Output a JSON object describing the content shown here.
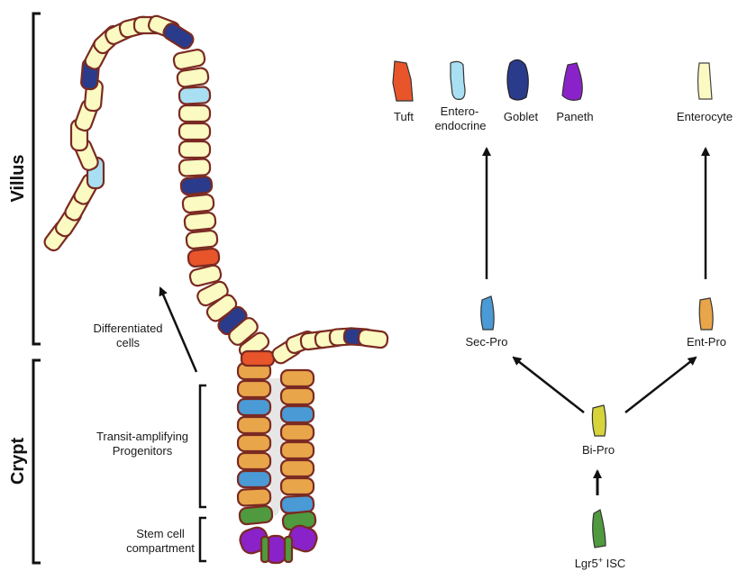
{
  "side_labels": {
    "villus": "Villus",
    "crypt": "Crypt"
  },
  "annotations": {
    "differentiated_line1": "Differentiated",
    "differentiated_line2": "cells",
    "ta_line1": "Transit-amplifying",
    "ta_line2": "Progenitors",
    "stem_line1": "Stem cell",
    "stem_line2": "compartment"
  },
  "lineage": {
    "terminal": {
      "tuft": {
        "label": "Tuft",
        "color": "#e8552a"
      },
      "enteroendocrine": {
        "label_line1": "Entero-",
        "label_line2": "endocrine",
        "color": "#a9dff2"
      },
      "goblet": {
        "label": "Goblet",
        "color": "#2a3b8c"
      },
      "paneth": {
        "label": "Paneth",
        "color": "#8a22c9"
      },
      "enterocyte": {
        "label": "Enterocyte",
        "color": "#fafac2"
      }
    },
    "sec_pro": {
      "label": "Sec-Pro",
      "color": "#4a9ad6"
    },
    "ent_pro": {
      "label": "Ent-Pro",
      "color": "#e9a54a"
    },
    "bi_pro": {
      "label": "Bi-Pro",
      "color": "#d6d43a"
    },
    "isc": {
      "label_main": "Lgr5",
      "label_sup": "+",
      "label_tail": " ISC",
      "color": "#4f9a3e"
    }
  },
  "palette": {
    "enterocyte": "#fafac2",
    "goblet": "#2a3b8c",
    "enteroendocrine": "#a9dff2",
    "tuft": "#e8552a",
    "ta_orange": "#e9a54a",
    "ta_blue": "#4a9ad6",
    "paneth": "#8a22c9",
    "stem_green": "#4f9a3e",
    "outline": "#7a2a22"
  }
}
